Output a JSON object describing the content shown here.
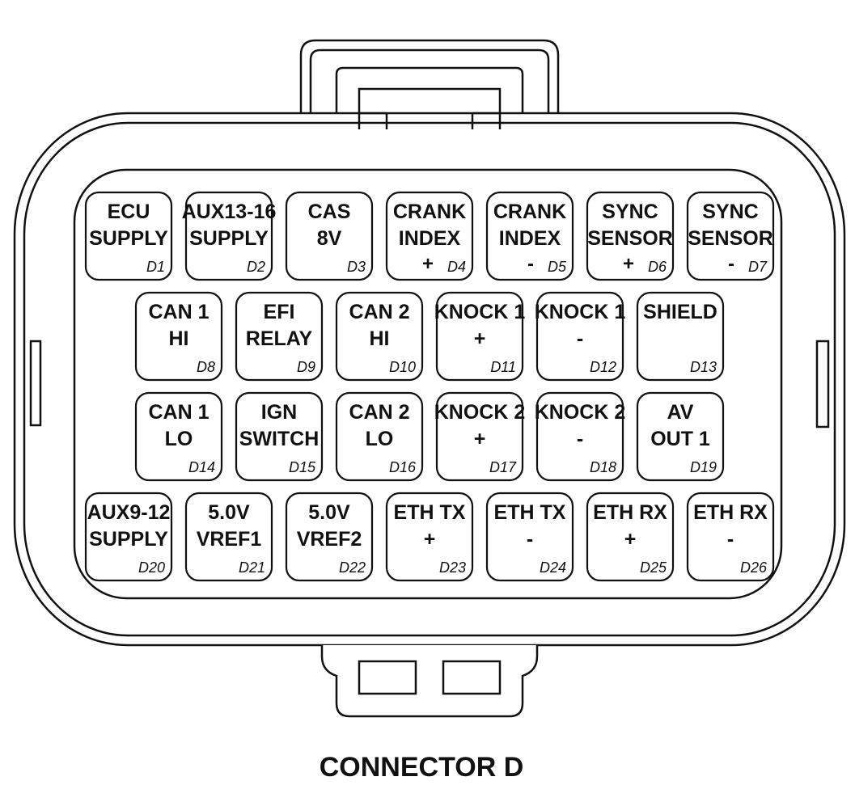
{
  "connector": {
    "title": "CONNECTOR D",
    "rows": [
      [
        {
          "lines": [
            "ECU",
            "SUPPLY"
          ],
          "code": "D1"
        },
        {
          "lines": [
            "AUX13-16",
            "SUPPLY"
          ],
          "code": "D2"
        },
        {
          "lines": [
            "CAS",
            "8V"
          ],
          "code": "D3"
        },
        {
          "lines": [
            "CRANK",
            "INDEX"
          ],
          "sign": "+",
          "code": "D4"
        },
        {
          "lines": [
            "CRANK",
            "INDEX"
          ],
          "sign": "-",
          "code": "D5"
        },
        {
          "lines": [
            "SYNC",
            "SENSOR"
          ],
          "sign": "+",
          "code": "D6"
        },
        {
          "lines": [
            "SYNC",
            "SENSOR"
          ],
          "sign": "-",
          "code": "D7"
        }
      ],
      [
        {
          "lines": [
            "CAN 1",
            "HI"
          ],
          "code": "D8"
        },
        {
          "lines": [
            "EFI",
            "RELAY"
          ],
          "code": "D9"
        },
        {
          "lines": [
            "CAN 2",
            "HI"
          ],
          "code": "D10"
        },
        {
          "lines": [
            "KNOCK 1",
            "+"
          ],
          "code": "D11"
        },
        {
          "lines": [
            "KNOCK 1",
            "-"
          ],
          "code": "D12"
        },
        {
          "lines": [
            "SHIELD"
          ],
          "code": "D13"
        }
      ],
      [
        {
          "lines": [
            "CAN 1",
            "LO"
          ],
          "code": "D14"
        },
        {
          "lines": [
            "IGN",
            "SWITCH"
          ],
          "code": "D15"
        },
        {
          "lines": [
            "CAN 2",
            "LO"
          ],
          "code": "D16"
        },
        {
          "lines": [
            "KNOCK 2",
            "+"
          ],
          "code": "D17"
        },
        {
          "lines": [
            "KNOCK 2",
            "-"
          ],
          "code": "D18"
        },
        {
          "lines": [
            "AV",
            "OUT 1"
          ],
          "code": "D19"
        }
      ],
      [
        {
          "lines": [
            "AUX9-12",
            "SUPPLY"
          ],
          "code": "D20"
        },
        {
          "lines": [
            "5.0V",
            "VREF1"
          ],
          "code": "D21"
        },
        {
          "lines": [
            "5.0V",
            "VREF2"
          ],
          "code": "D22"
        },
        {
          "lines": [
            "ETH TX",
            "+"
          ],
          "code": "D23"
        },
        {
          "lines": [
            "ETH TX",
            "-"
          ],
          "code": "D24"
        },
        {
          "lines": [
            "ETH RX",
            "+"
          ],
          "code": "D25"
        },
        {
          "lines": [
            "ETH RX",
            "-"
          ],
          "code": "D26"
        }
      ]
    ]
  }
}
